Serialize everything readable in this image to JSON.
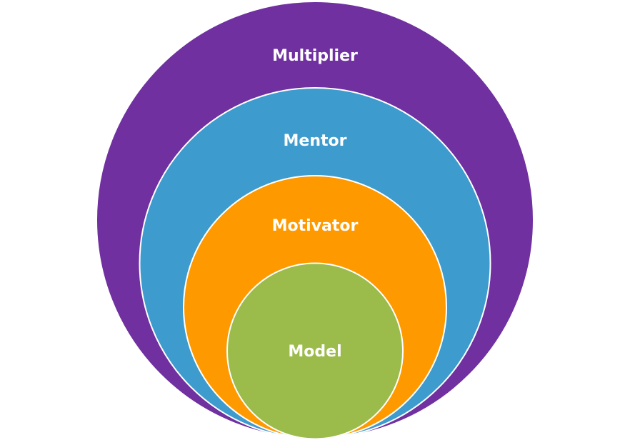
{
  "diagram": {
    "type": "nested-circles",
    "layers": [
      {
        "label": "Multiplier",
        "color": "#7030A0"
      },
      {
        "label": "Mentor",
        "color": "#3E9BCD"
      },
      {
        "label": "Motivator",
        "color": "#FF9900"
      },
      {
        "label": "Model",
        "color": "#9BBB4B"
      }
    ]
  }
}
